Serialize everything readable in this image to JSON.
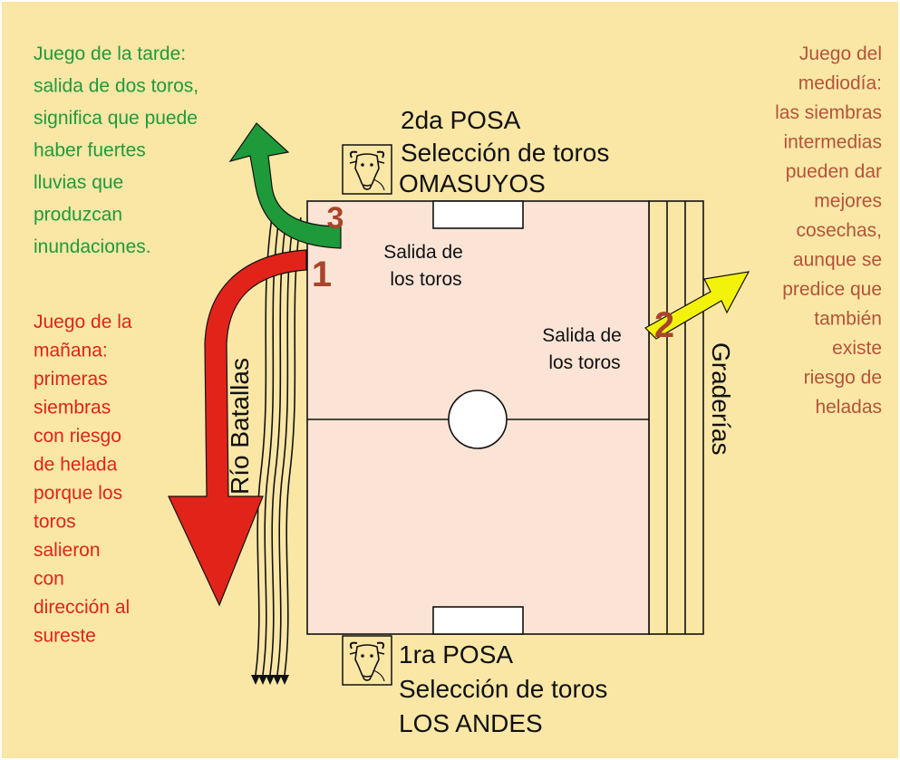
{
  "colors": {
    "background": "#fae7a6",
    "field": "#fbe4d6",
    "green": "#1e9a3a",
    "red": "#e2231a",
    "brown": "#b4533a",
    "yellow": "#f2f20a",
    "number": "#a8452a"
  },
  "notes": {
    "afternoon": [
      "Juego de la tarde:",
      "salida de dos toros,",
      "significa que puede",
      "haber fuertes",
      "lluvias que",
      "produzcan",
      "inundaciones."
    ],
    "morning": [
      "Juego de la",
      "mañana:",
      "primeras",
      "siembras",
      "con riesgo",
      "de helada",
      "porque los",
      "toros",
      "salieron",
      "con",
      "dirección al",
      "sureste"
    ],
    "midday": [
      "Juego del",
      "mediodía:",
      "las siembras",
      "intermedias",
      "pueden dar",
      "mejores",
      "cosechas,",
      "aunque se",
      "predice que",
      "también",
      "existe",
      "riesgo de",
      "heladas"
    ]
  },
  "posa_top": {
    "title": "2da POSA",
    "subtitle": "Selección de toros",
    "name": "OMASUYOS"
  },
  "posa_bottom": {
    "title": "1ra POSA",
    "subtitle": "Selección de toros",
    "name": "LOS ANDES"
  },
  "exit_top": [
    "Salida de",
    "los toros"
  ],
  "exit_right": [
    "Salida de",
    "los toros"
  ],
  "river_label": "Río Batallas",
  "stands_label": "Graderías",
  "markers": [
    "1",
    "2",
    "3"
  ],
  "icons": [
    "bull-icon",
    "bull-icon"
  ]
}
